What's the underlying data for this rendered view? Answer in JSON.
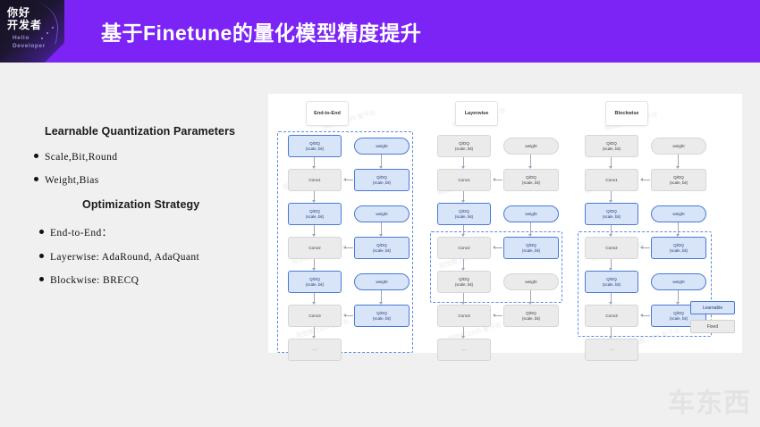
{
  "header": {
    "title": "基于Finetune的量化模型精度提升",
    "brand_cn_line1": "你好",
    "brand_cn_line2": "开发者",
    "brand_en_line1": "Hello",
    "brand_en_line2": "Developer",
    "bg_color": "#7B24F5"
  },
  "left": {
    "heading1": "Learnable Quantization Parameters",
    "bullets1": [
      "Scale,Bit,Round",
      "Weight,Bias"
    ],
    "heading2": "Optimization Strategy",
    "bullets2": [
      "End-to-End：",
      "Layerwise: AdaRound, AdaQuant",
      "Blockwise: BRECQ"
    ]
  },
  "diagram": {
    "columns": [
      {
        "header": "End-to-End",
        "nodes": {
          "qdq1_l1": "Q/DQ",
          "qdq1_l2": "(scale, bit)",
          "conv1": "Conv1",
          "qdq2_l1": "Q/DQ",
          "qdq2_l2": "(scale, bit)",
          "conv2": "Conv2",
          "qdq3_l1": "Q/DQ",
          "qdq3_l2": "(scale, bit)",
          "conv3": "Conv3",
          "tail": "...",
          "weight1": "weight",
          "weight2": "weight",
          "weight3": "weight",
          "wq1_l1": "Q/DQ",
          "wq1_l2": "(scale, bit)",
          "wq2_l1": "Q/DQ",
          "wq2_l2": "(scale, bit)",
          "wq3_l1": "Q/DQ",
          "wq3_l2": "(scale, bit)"
        },
        "learnable": [
          "qdq1",
          "conv_w_q1",
          "weight1",
          "qdq2",
          "conv_w_q2",
          "weight2",
          "qdq3",
          "conv_w_q3",
          "weight3"
        ],
        "selection": "all"
      },
      {
        "header": "Layerwise",
        "nodes": {
          "qdq1_l1": "Q/DQ",
          "qdq1_l2": "(scale, bit)",
          "conv1": "Conv1",
          "qdq2_l1": "Q/DQ",
          "qdq2_l2": "(scale, bit)",
          "conv2": "Conv2",
          "qdq3_l1": "Q/DQ",
          "qdq3_l2": "(scale, bit)",
          "conv3": "Conv3",
          "tail": "...",
          "weight1": "weight",
          "weight2": "weight",
          "weight3": "weight",
          "wq1_l1": "Q/DQ",
          "wq1_l2": "(scale, bit)",
          "wq2_l1": "Q/DQ",
          "wq2_l2": "(scale, bit)",
          "wq3_l1": "Q/DQ",
          "wq3_l2": "(scale, bit)"
        },
        "learnable": [
          "qdq2",
          "weight2",
          "conv_w_q2"
        ],
        "selection": "block2"
      },
      {
        "header": "Blockwise",
        "nodes": {
          "qdq1_l1": "Q/DQ",
          "qdq1_l2": "(scale, bit)",
          "conv1": "Conv1",
          "qdq2_l1": "Q/DQ",
          "qdq2_l2": "(scale, bit)",
          "conv2": "Conv2",
          "qdq3_l1": "Q/DQ",
          "qdq3_l2": "(scale, bit)",
          "conv3": "Conv3",
          "tail": "...",
          "weight1": "weight",
          "weight2": "weight",
          "weight3": "weight",
          "wq1_l1": "Q/DQ",
          "wq1_l2": "(scale, bit)",
          "wq2_l1": "Q/DQ",
          "wq2_l2": "(scale, bit)",
          "wq3_l1": "Q/DQ",
          "wq3_l2": "(scale, bit)"
        },
        "learnable": [
          "qdq2",
          "weight2",
          "conv_w_q2",
          "qdq3",
          "weight3",
          "conv_w_q3"
        ],
        "selection": "block23"
      }
    ],
    "legend": {
      "learnable": "Learnable",
      "fixed": "Fixed"
    },
    "colors": {
      "learnable_fill": "#d8e4f8",
      "learnable_border": "#4a7ad4",
      "fixed_fill": "#ebebeb",
      "fixed_border": "#d6d6d6",
      "selection_border": "#5b8de0"
    }
  },
  "watermarks": {
    "panel_text": "视觉图 2195 智平台",
    "bottom_logo": "车东西"
  }
}
